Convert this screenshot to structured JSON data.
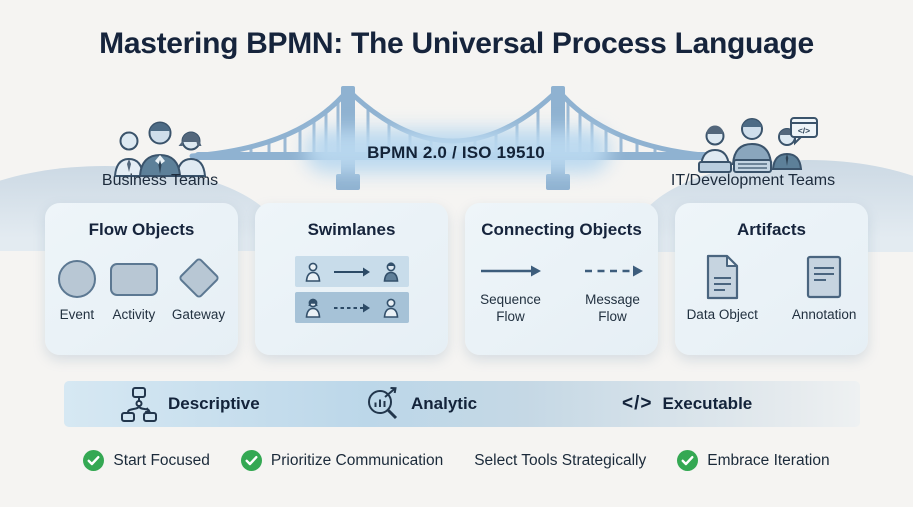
{
  "title": "Mastering BPMN: The Universal Process Language",
  "bridge": {
    "label": "BPMN 2.0 / ISO 19510"
  },
  "teams": {
    "left": {
      "label": "Business Teams"
    },
    "right": {
      "label": "IT/Development Teams",
      "code_bubble_glyph": "</>"
    }
  },
  "cards": [
    {
      "title": "Flow Objects",
      "items": [
        {
          "label": "Event",
          "shape": "circle"
        },
        {
          "label": "Activity",
          "shape": "rounded-rectangle"
        },
        {
          "label": "Gateway",
          "shape": "diamond"
        }
      ]
    },
    {
      "title": "Swimlanes",
      "lanes": [
        {
          "connector": "solid-arrow",
          "from": "person-outline",
          "to": "person-filled"
        },
        {
          "connector": "dashed-arrow",
          "from": "person-woman",
          "to": "person-outline"
        }
      ]
    },
    {
      "title": "Connecting Objects",
      "items": [
        {
          "label": "Sequence Flow",
          "connector": "solid-arrow"
        },
        {
          "label": "Message Flow",
          "connector": "dashed-arrow"
        }
      ]
    },
    {
      "title": "Artifacts",
      "items": [
        {
          "label": "Data Object",
          "icon": "data-object-icon"
        },
        {
          "label": "Annotation",
          "icon": "annotation-icon"
        }
      ]
    }
  ],
  "levels": {
    "items": [
      {
        "label": "Descriptive",
        "icon": "flowchart-icon"
      },
      {
        "label": "Analytic",
        "icon": "magnifier-chart-icon"
      },
      {
        "label": "Executable",
        "icon": "code-icon",
        "icon_glyph": "</>"
      }
    ]
  },
  "tips": [
    {
      "label": "Start Focused",
      "checked": true
    },
    {
      "label": "Prioritize Communication",
      "checked": true
    },
    {
      "label": "Select Tools Strategically",
      "checked": false
    },
    {
      "label": "Embrace Iteration",
      "checked": true
    }
  ],
  "colors": {
    "background": "#f5f4f2",
    "title_text": "#16243c",
    "bridge_blue": "#8fb2d1",
    "card_bg": "#ecf3f8",
    "shape_fill": "#b8c7d4",
    "shape_stroke": "#5c7892",
    "lane_light": "#c8dcea",
    "lane_dark": "#a6c2d7",
    "arrow": "#3d5d7c",
    "bar_blue": "#bcd7e9",
    "check_green": "#34a853"
  }
}
